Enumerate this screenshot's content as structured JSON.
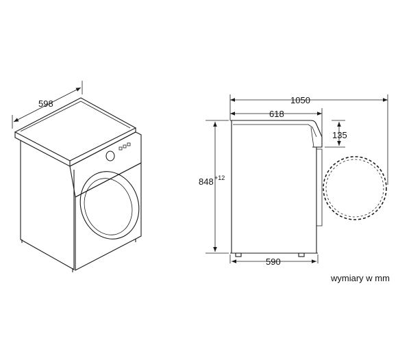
{
  "dimensions": {
    "width_iso": "598",
    "total_depth": "1050",
    "body_depth": "618",
    "door_drop": "135",
    "height": "848",
    "height_tolerance": "+12",
    "base_depth": "590"
  },
  "units_note": "wymiary w mm",
  "colors": {
    "line": "#1a1a1a",
    "background": "#ffffff"
  }
}
